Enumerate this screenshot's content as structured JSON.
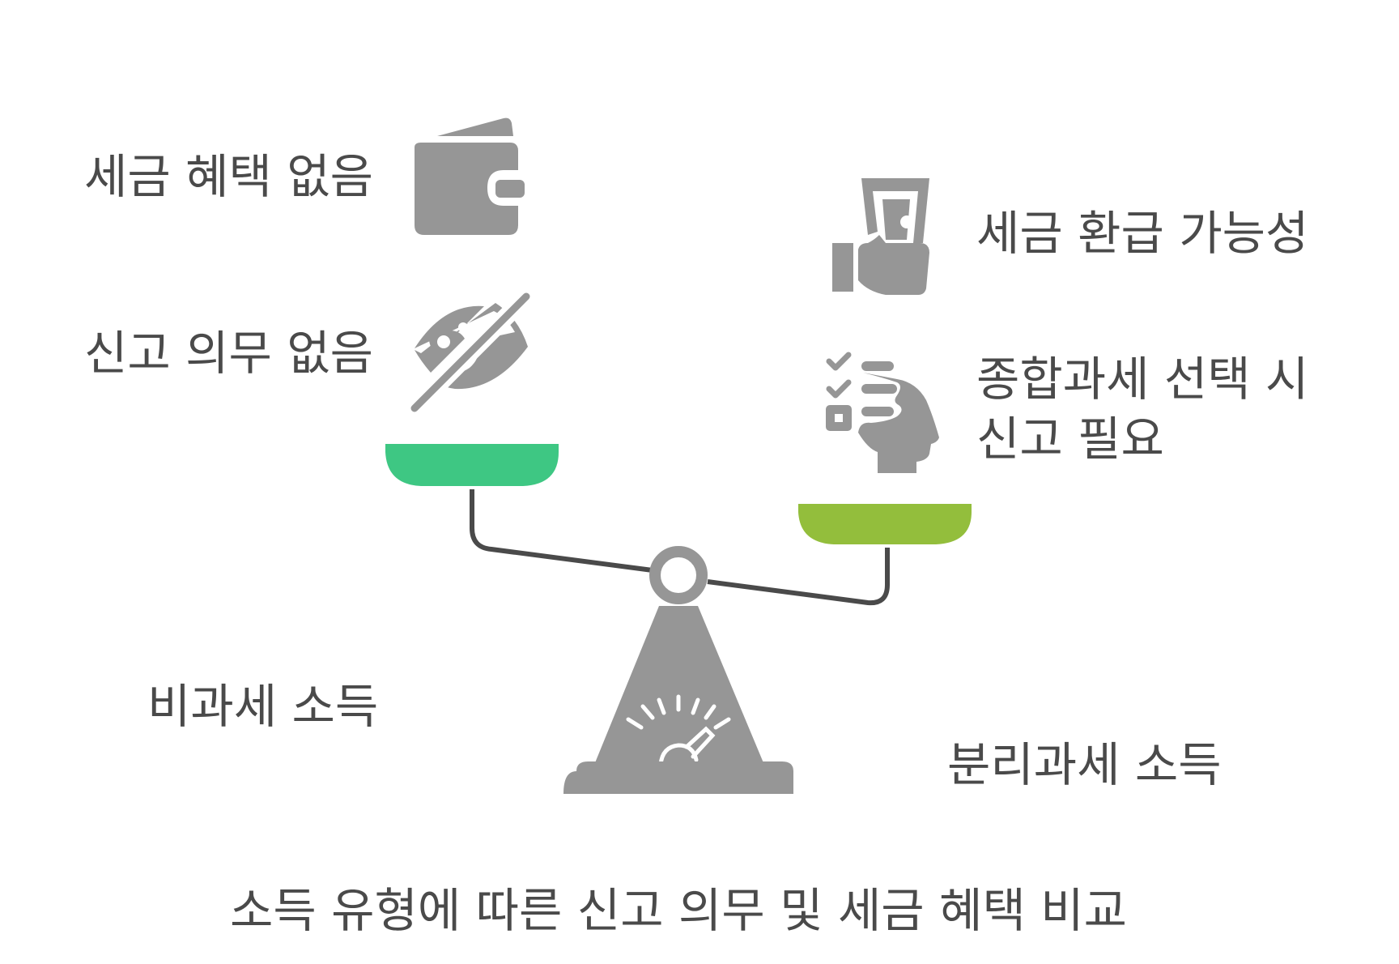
{
  "title": "소득 유형에 따른 신고 의무 및 세금 혜택 비교",
  "left": {
    "category": "비과세 소득",
    "items": [
      {
        "label": "세금 혜택 없음",
        "icon": "wallet-icon"
      },
      {
        "label": "신고 의무 없음",
        "icon": "eye-slash-icon"
      }
    ],
    "pan_color": "#3ec783"
  },
  "right": {
    "category": "분리과세 소득",
    "items": [
      {
        "label": "세금 환급 가능성",
        "icon": "hand-money-icon"
      },
      {
        "lines": [
          "종합과세 선택 시",
          "신고 필요"
        ],
        "icon": "head-checklist-icon"
      }
    ],
    "pan_color": "#93be3c"
  },
  "colors": {
    "icon": "#969696",
    "text": "#4a4a4a",
    "beam": "#4a4a4a"
  }
}
